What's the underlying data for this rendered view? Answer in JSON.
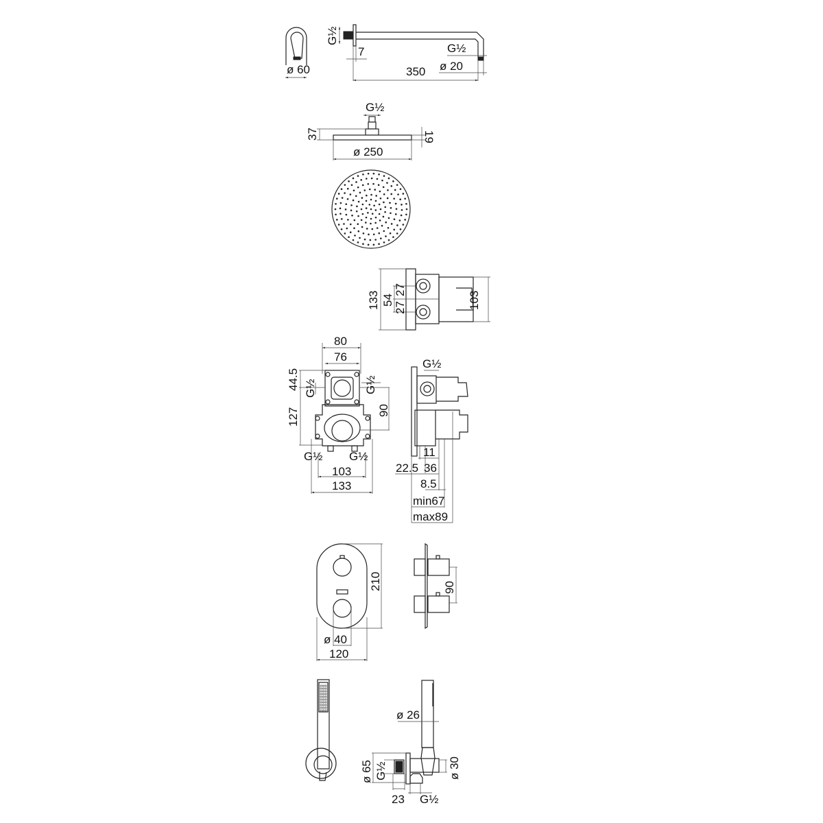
{
  "shower_arm": {
    "wall_flange_dia": "ø 60",
    "thread_in": "G½",
    "flange_thickness": "7",
    "thread_out": "G½",
    "outlet_dia": "ø 20",
    "length": "350"
  },
  "shower_head_side": {
    "thread": "G½",
    "height": "37",
    "plate_thickness": "19",
    "diameter": "ø 250"
  },
  "mixer_box_side": {
    "depth": "133",
    "inlet_spacing": "54",
    "half_spacing_top": "27",
    "half_spacing_bottom": "27",
    "body_height": "103"
  },
  "mixer_box_front": {
    "outer_width": "80",
    "inner_width": "76",
    "top_offset": "44.5",
    "height": "127",
    "thread_left": "G½",
    "thread_right": "G½",
    "outlet_spacing": "90",
    "thread_bottom_left": "G½",
    "thread_bottom_right": "G½",
    "inlet_spacing": "103",
    "total_width": "133"
  },
  "mixer_box_profile": {
    "thread": "G½",
    "dim_11": "11",
    "dim_22_5": "22.5",
    "dim_36": "36",
    "dim_8_5": "8.5",
    "min_depth": "min67",
    "max_depth": "max89"
  },
  "trim_plate": {
    "height": "210",
    "knob_dia": "ø 40",
    "width": "120",
    "knob_spacing": "90"
  },
  "hand_shower": {
    "handle_dia": "ø 26",
    "plate_dia": "ø 65",
    "thread": "G½",
    "holder_dia": "ø 30",
    "depth": "23",
    "outlet_thread": "G½"
  }
}
